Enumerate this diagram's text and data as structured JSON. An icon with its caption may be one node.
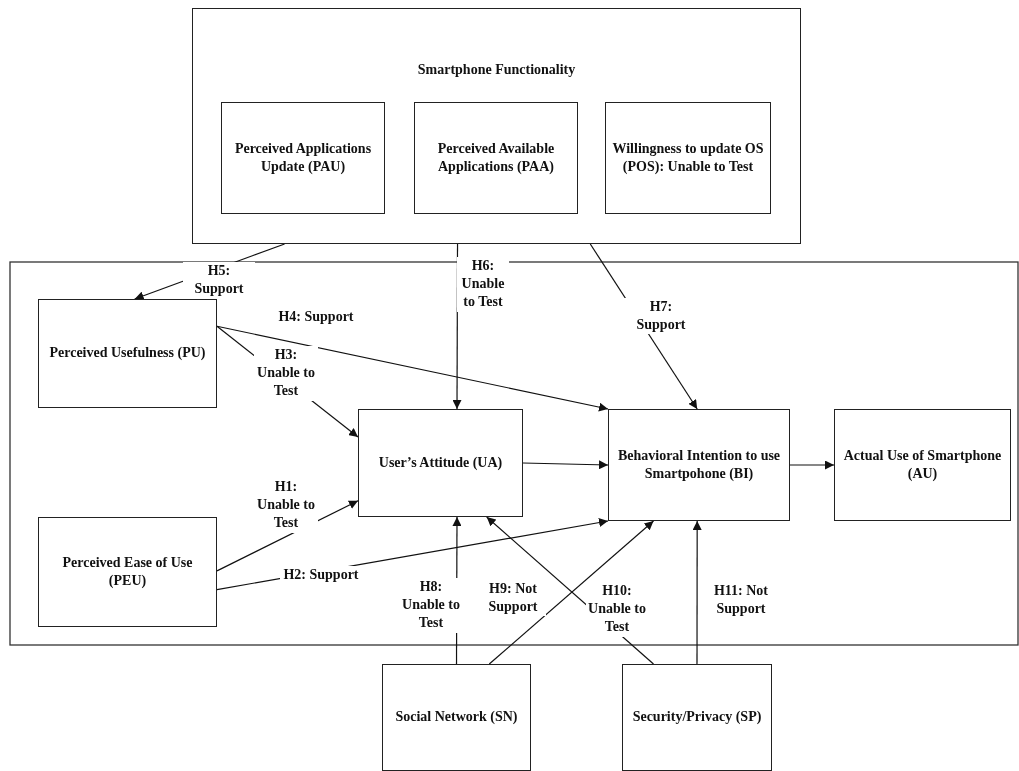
{
  "diagram": {
    "nodes": [
      {
        "text": [
          "Smartphone Functionality"
        ]
      },
      {
        "text": [
          "Perceived Applications Update (PAU)"
        ],
        "in": 0
      },
      {
        "text": [
          "Perceived Available Applications (PAA)"
        ],
        "in": 0
      },
      {
        "text": [
          "Willingness to update OS (POS): Unable to Test"
        ],
        "in": 0
      },
      {
        "text": [
          "Perceived Usefulness (PU)"
        ]
      },
      {
        "text": [
          "User’s Attitude (UA)"
        ]
      },
      {
        "text": [
          "Behavioral Intention to use Smartpohone (BI)"
        ]
      },
      {
        "text": [
          "Actual Use of Smartphone (AU)"
        ]
      },
      {
        "text": [
          "Perceived Ease of Use (PEU)"
        ]
      },
      {
        "text": [
          "Social Network (SN)"
        ]
      },
      {
        "text": [
          "Security/Privacy (SP)"
        ]
      }
    ],
    "edges": [
      {
        "from": 8,
        "to": 5,
        "arrow": "to",
        "label": "H1: Unable to Test"
      },
      {
        "from": 8,
        "to": 6,
        "arrow": "to",
        "label": "H2: Support"
      },
      {
        "from": 4,
        "to": 5,
        "arrow": "to",
        "label": "H3: Unable to Test"
      },
      {
        "from": 4,
        "to": 6,
        "arrow": "to",
        "label": "H4: Support"
      },
      {
        "from": 0,
        "to": 4,
        "arrow": "to",
        "label": "H5: Support"
      },
      {
        "from": 0,
        "to": 5,
        "arrow": "to",
        "label": "H6: Unable to Test"
      },
      {
        "from": 0,
        "to": 6,
        "arrow": "to",
        "label": "H7: Support"
      },
      {
        "from": 9,
        "to": 5,
        "arrow": "to",
        "label": "H8: Unable to Test"
      },
      {
        "from": 9,
        "to": 6,
        "arrow": "to",
        "label": "H9: Not Support"
      },
      {
        "from": 10,
        "to": 5,
        "arrow": "to",
        "label": "H10: Unable to Test"
      },
      {
        "from": 10,
        "to": 6,
        "arrow": "to",
        "label": "H11: Not Support"
      },
      {
        "from": 5,
        "to": 6,
        "arrow": "to"
      },
      {
        "from": 6,
        "to": 7,
        "arrow": "to"
      }
    ]
  }
}
